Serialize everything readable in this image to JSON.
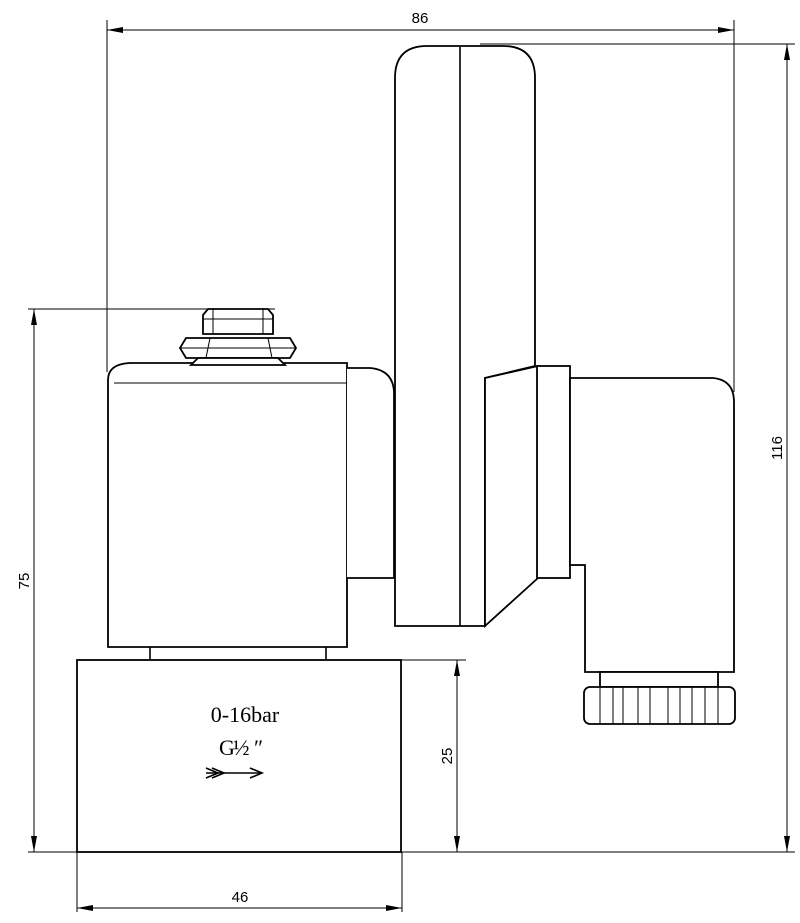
{
  "dimensions": {
    "overall_width": "86",
    "overall_height": "116",
    "coil_height": "75",
    "body_height": "25",
    "body_width": "46"
  },
  "valve_label": {
    "pressure": "0-16bar",
    "thread": "G",
    "thread_fraction": "½",
    "thread_inch_mark": "″",
    "flow_arrow": "flow-direction-arrow"
  },
  "colors": {
    "line": "#000000",
    "background": "#ffffff"
  }
}
